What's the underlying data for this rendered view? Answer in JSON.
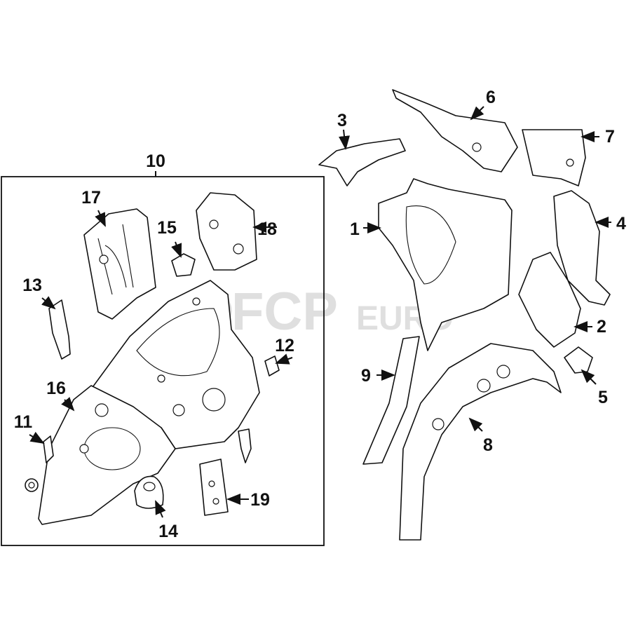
{
  "diagram": {
    "assembly_label": "10",
    "callouts": [
      {
        "id": "c1",
        "label": "1"
      },
      {
        "id": "c2",
        "label": "2"
      },
      {
        "id": "c3",
        "label": "3"
      },
      {
        "id": "c4",
        "label": "4"
      },
      {
        "id": "c5",
        "label": "5"
      },
      {
        "id": "c6",
        "label": "6"
      },
      {
        "id": "c7",
        "label": "7"
      },
      {
        "id": "c8",
        "label": "8"
      },
      {
        "id": "c9",
        "label": "9"
      },
      {
        "id": "c11",
        "label": "11"
      },
      {
        "id": "c12",
        "label": "12"
      },
      {
        "id": "c13",
        "label": "13"
      },
      {
        "id": "c14",
        "label": "14"
      },
      {
        "id": "c15",
        "label": "15"
      },
      {
        "id": "c16",
        "label": "16"
      },
      {
        "id": "c17",
        "label": "17"
      },
      {
        "id": "c18",
        "label": "18"
      },
      {
        "id": "c19",
        "label": "19"
      }
    ]
  },
  "watermark": {
    "brand": "FCP",
    "suffix": "EURO"
  }
}
